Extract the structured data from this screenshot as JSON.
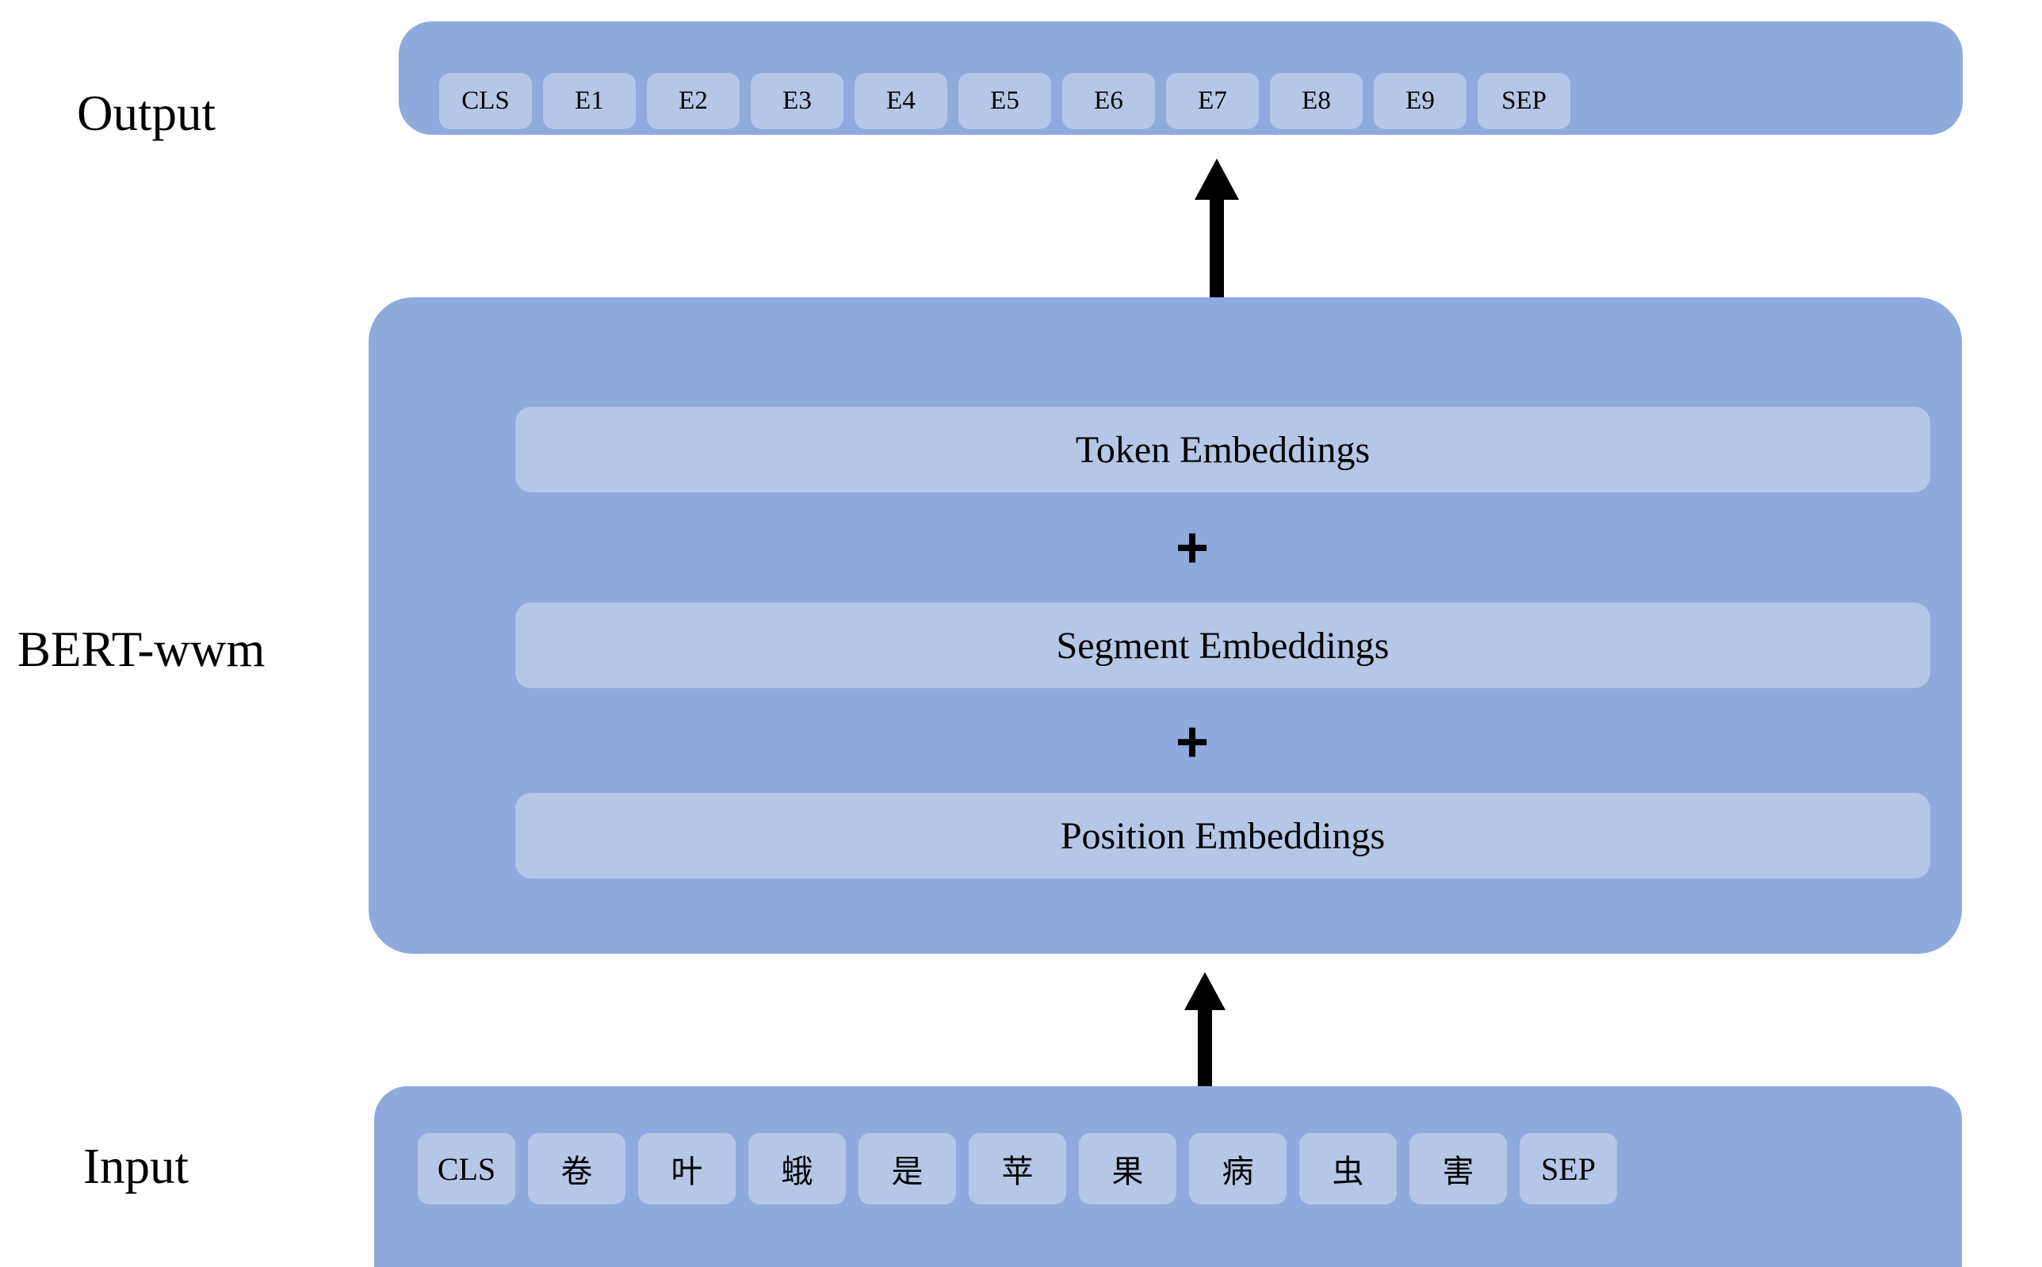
{
  "diagram": {
    "title": "BERT-wwm input/output embedding architecture",
    "colors": {
      "band": "#8FAADC",
      "chip": "#B4C7E7",
      "text": "#000000",
      "background": "#FFFFFF",
      "arrow": "#000000"
    }
  },
  "labels": {
    "output": "Output",
    "bert": "BERT-wwm",
    "input": "Input"
  },
  "output_row": {
    "tokens": [
      "CLS",
      "E1",
      "E2",
      "E3",
      "E4",
      "E5",
      "E6",
      "E7",
      "E8",
      "E9",
      "SEP"
    ]
  },
  "bert_block": {
    "bars": [
      {
        "label": "Token Embeddings"
      },
      {
        "label": "Segment Embeddings"
      },
      {
        "label": "Position Embeddings"
      }
    ],
    "operators": [
      "+",
      "+"
    ]
  },
  "input_row": {
    "tokens": [
      "CLS",
      "卷",
      "叶",
      "蛾",
      "是",
      "苹",
      "果",
      "病",
      "虫",
      "害",
      "SEP"
    ]
  },
  "arrows": [
    {
      "name": "arrow-bert-to-output",
      "direction": "up"
    },
    {
      "name": "arrow-input-to-bert",
      "direction": "up"
    }
  ]
}
